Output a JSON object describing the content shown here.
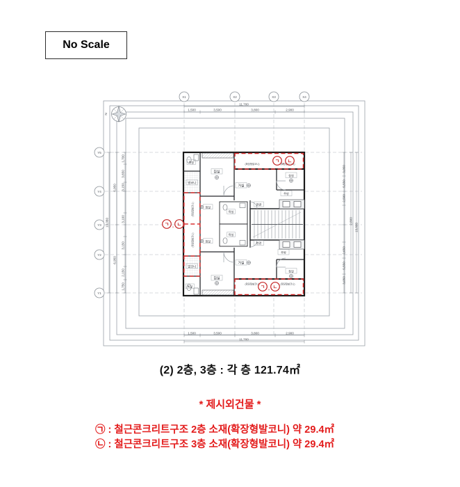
{
  "scale_note": "No Scale",
  "caption": "(2) 2층, 3층 : 각 층 121.74㎡",
  "notes_title": "* 제시외건물 *",
  "notes": [
    {
      "symbol": "㉠",
      "text": ": 철근콘크리트구조 2층 소재(확장형발코니) 약 29.4㎡"
    },
    {
      "symbol": "㉡",
      "text": ": 철근콘크리트구조 3층 소재(확장형발코니) 약 29.4㎡"
    }
  ],
  "colors": {
    "note_red": "#e31b1b",
    "marker_red": "#c42222",
    "balcony_dash_red": "#d83030"
  },
  "plan": {
    "north": "N",
    "grid_x": [
      "X1",
      "X2",
      "X3",
      "X4"
    ],
    "grid_y": [
      "Y5",
      "Y4",
      "Y3",
      "Y2",
      "Y1"
    ],
    "dims": {
      "top_total": "11,700",
      "top_segs": [
        "1,500",
        "3,500",
        "3,800",
        "2,900"
      ],
      "bottom_segs": [
        "1,500",
        "3,500",
        "3,800",
        "2,900"
      ],
      "bottom_total": "11,700",
      "left_total": "13,080",
      "left_halves": [
        "6,950",
        "6,950"
      ],
      "left_segs": [
        "1,700",
        "3,650",
        "3,150",
        "3,100",
        "3,150",
        "2,150",
        "1,750"
      ],
      "right_total": "13,800",
      "right_mid": "2,800",
      "right_segs": [
        "3,050",
        "5,550",
        "2,500",
        "2,650",
        "5,550",
        "3,050"
      ]
    },
    "rooms": {
      "bedroom": "침실",
      "living": "거실",
      "kitchen": "주방",
      "bath": "욕실",
      "balcony": "발코니",
      "entrance": "현관",
      "ext_balcony": "(확장형발코니)"
    },
    "markers": {
      "g": "ㄱ",
      "n": "ㄴ",
      "comma": ","
    }
  }
}
